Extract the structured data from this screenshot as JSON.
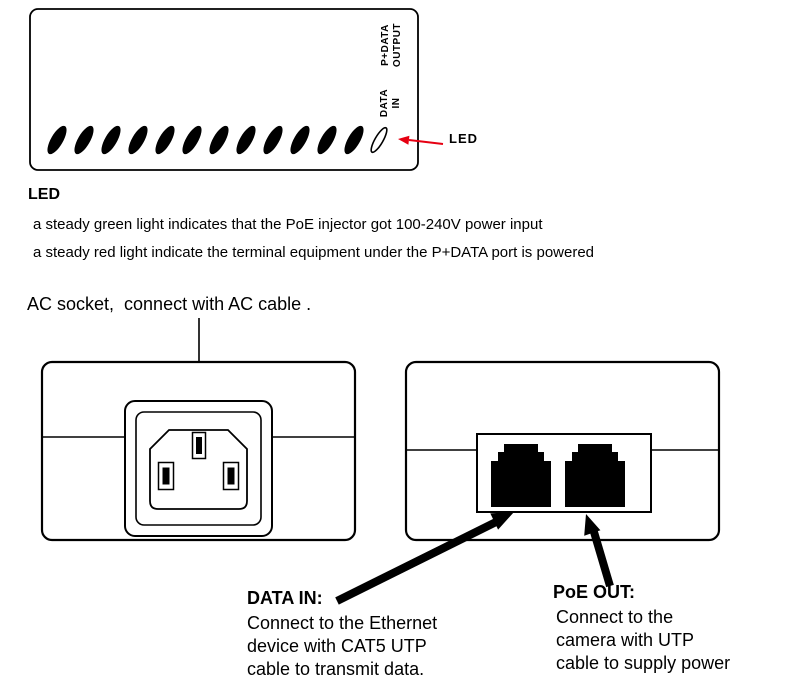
{
  "colors": {
    "ink": "#000000",
    "led_arrow_red": "#e60012",
    "background": "#ffffff"
  },
  "top_view": {
    "p_data_output_line1": "P+DATA",
    "p_data_output_line2": "OUTPUT",
    "data_in_line1": "DATA",
    "data_in_line2": "IN",
    "led_pointer_label": "LED"
  },
  "led_section": {
    "heading": "LED",
    "line1": "a steady green light indicates that the PoE injector got 100-240V power input",
    "line2": "a steady red light indicate the terminal equipment under the P+DATA port is powered"
  },
  "ac_socket_section": {
    "label": "AC socket,  connect with AC cable ."
  },
  "data_in_callout": {
    "heading": "DATA IN:",
    "line1": "Connect to the Ethernet",
    "line2": "device with CAT5 UTP",
    "line3": "cable to transmit data."
  },
  "poe_out_callout": {
    "heading": "PoE OUT:",
    "line1": "Connect to the",
    "line2": "camera with UTP",
    "line3": "cable to supply power"
  }
}
